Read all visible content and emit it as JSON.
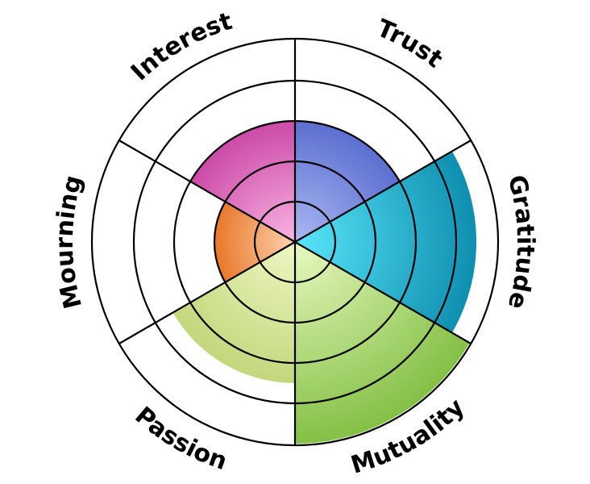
{
  "chart_data": {
    "type": "polar-area",
    "scale_max": 5,
    "categories": [
      {
        "label": "Trust",
        "value": 3.0,
        "colors": [
          "#aab8f2",
          "#5d6fd0"
        ]
      },
      {
        "label": "Gratitude",
        "value": 4.5,
        "colors": [
          "#5ae6fa",
          "#0f8fb0"
        ]
      },
      {
        "label": "Mutuality",
        "value": 5.0,
        "colors": [
          "#e8f9c0",
          "#84c046"
        ]
      },
      {
        "label": "Passion",
        "value": 3.5,
        "colors": [
          "#eef7c3",
          "#c3d77c"
        ]
      },
      {
        "label": "Mourning",
        "value": 2.0,
        "colors": [
          "#ffd2b0",
          "#e8782a"
        ]
      },
      {
        "label": "Interest",
        "value": 3.0,
        "colors": [
          "#f9b4e3",
          "#cc4aa8"
        ]
      }
    ]
  }
}
